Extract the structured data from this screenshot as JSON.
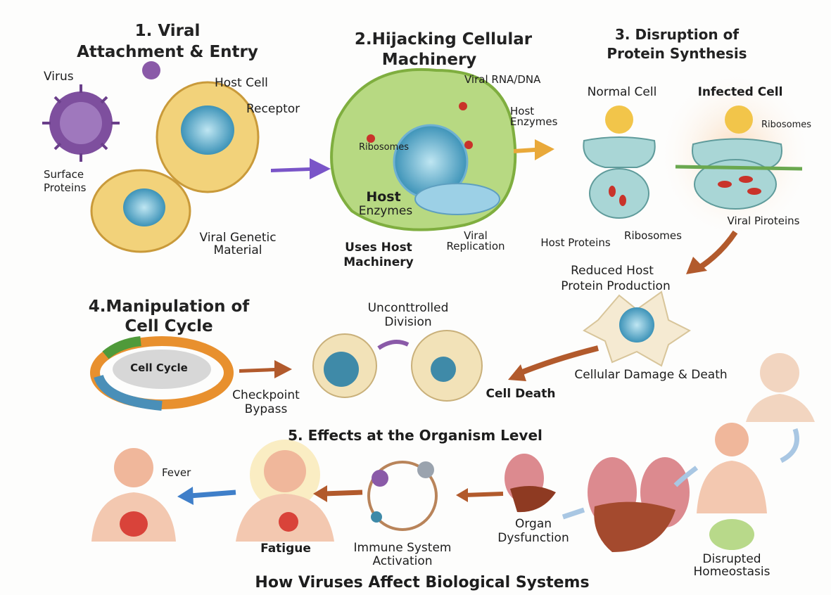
{
  "colors": {
    "virus": "#7e4f9e",
    "host_cell": "#f2d27a",
    "green_cell": "#a9cf6a",
    "nucleus": "#5aa9c9",
    "arrow_purple": "#7a55c8",
    "arrow_orange": "#e9a93a",
    "arrow_brown": "#b25a2c",
    "arrow_blue": "#3f7fc9",
    "ribosome": "#c9332a"
  },
  "section1": {
    "title_line1": "1. Viral",
    "title_line2": "Attachment & Entry",
    "virus": "Virus",
    "host_cell": "Host Cell",
    "receptor": "Receptor",
    "surface_proteins_1": "Surface",
    "surface_proteins_2": "Proteins",
    "genetic_1": "Viral Genetic",
    "genetic_2": "Material"
  },
  "section2": {
    "title_line1": "2.Hijacking Cellular",
    "title_line2": "Machinery",
    "viral_rna": "Viral RNA/DNA",
    "host_enzymes_1": "Host",
    "host_enzymes_2": "Enzymes",
    "ribosomes": "Ribosomes",
    "host_big": "Host",
    "enzymes_big": "Enzymes",
    "uses_1": "Uses Host",
    "uses_2": "Machinery",
    "replication_1": "Viral",
    "replication_2": "Replication"
  },
  "section3": {
    "title_line1": "3. Disruption of",
    "title_line2": "Protein Synthesis",
    "normal_cell": "Normal Cell",
    "infected_cell": "Infected Cell",
    "ribosomes_top": "Ribosomes",
    "ribosomes_bottom": "Ribosomes",
    "host_proteins": "Host Proteins",
    "viral_proteins": "Viral Piroteins",
    "reduced_1": "Reduced  Host",
    "reduced_2": "Protein Production",
    "damage": "Cellular Damage & Death",
    "cell_death": "Cell Death"
  },
  "section4": {
    "title_line1": "4.Manipulation of",
    "title_line2": "Cell Cycle",
    "cell_cycle": "Cell Cycle",
    "checkpoint_1": "Checkpoint",
    "checkpoint_2": "Bypass",
    "division_1": "Unconttrolled",
    "division_2": "Division"
  },
  "section5": {
    "title": "5. Effects at the Organism Level",
    "fever": "Fever",
    "fatigue": "Fatigue",
    "immune_1": "Immune System",
    "immune_2": "Activation",
    "organ_1": "Organ",
    "organ_2": "Dysfunction",
    "homeostasis_1": "Disrupted",
    "homeostasis_2": "Homeostasis"
  },
  "footer": {
    "title": "How Viruses Affect Biological Systems"
  }
}
